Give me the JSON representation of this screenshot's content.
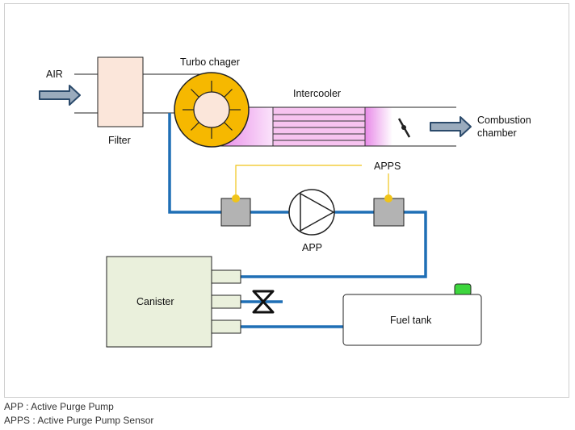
{
  "labels": {
    "air": "AIR",
    "filter": "Filter",
    "turbo": "Turbo chager",
    "intercooler": "Intercooler",
    "combustion_line1": "Combustion",
    "combustion_line2": "chamber",
    "apps": "APPS",
    "app": "APP",
    "canister": "Canister",
    "fuel_tank": "Fuel tank"
  },
  "legend": {
    "app": "APP : Active Purge Pump",
    "apps": "APPS : Active Purge Pump Sensor"
  },
  "colors": {
    "pipe_blue": "#1f6fb5",
    "sensor_yellow": "#f0c419",
    "turbo_orange": "#f6b800",
    "filter_fill": "#fbe6da",
    "canister_fill": "#eaf0dc",
    "cap_green": "#3dd63d",
    "arrow_fill": "#9aabbd",
    "arrow_stroke": "#2b4a6b",
    "intercooler_pink": "#e88ae8"
  }
}
